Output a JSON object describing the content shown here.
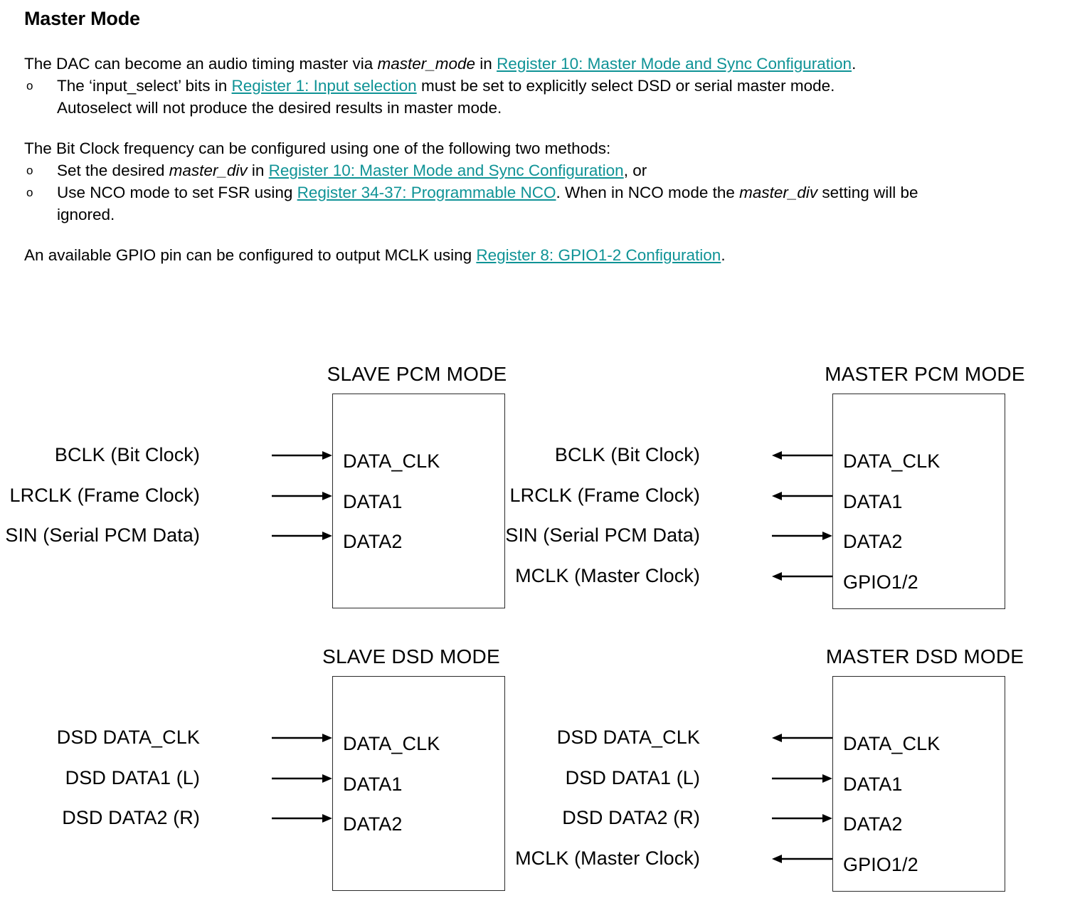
{
  "document": {
    "title": "Master Mode",
    "paragraph1": {
      "prefix": "The DAC can become an audio timing master via ",
      "italic": "master_mode",
      "mid": " in ",
      "link": "Register 10: Master Mode and Sync Configuration",
      "suffix": "."
    },
    "bullet1": {
      "marker": "o",
      "prefix": "The ‘input_select’ bits in ",
      "link": "Register 1: Input selection",
      "suffix": " must be set to explicitly select DSD or serial master mode.",
      "line2": "Autoselect will not produce the desired results in master mode."
    },
    "paragraph2": "The Bit Clock frequency can be configured using one of the following two methods:",
    "bullet2": {
      "marker": "o",
      "prefix": "Set the desired ",
      "italic": "master_div",
      "mid": " in ",
      "link": "Register 10: Master Mode and Sync Configuration",
      "suffix": ", or"
    },
    "bullet3": {
      "marker": "o",
      "prefix": "Use NCO mode to set FSR using ",
      "link": "Register 34-37: Programmable NCO",
      "mid": ". When in NCO mode the ",
      "italic": "master_div",
      "suffix": " setting will be",
      "line2": "ignored."
    },
    "paragraph3": {
      "prefix": "An available GPIO pin can be configured to output MCLK using ",
      "link": "Register 8: GPIO1-2 Configuration",
      "suffix": "."
    },
    "link_color": "#0f9396"
  },
  "diagrams": [
    {
      "id": "slave-pcm",
      "title": "SLAVE PCM MODE",
      "rows": [
        {
          "external": "BCLK (Bit Clock)",
          "pin": "DATA_CLK",
          "direction": "in"
        },
        {
          "external": "LRCLK (Frame Clock)",
          "pin": "DATA1",
          "direction": "in"
        },
        {
          "external": "SIN (Serial PCM Data)",
          "pin": "DATA2",
          "direction": "in"
        }
      ]
    },
    {
      "id": "master-pcm",
      "title": "MASTER PCM MODE",
      "rows": [
        {
          "external": "BCLK (Bit Clock)",
          "pin": "DATA_CLK",
          "direction": "out"
        },
        {
          "external": "LRCLK (Frame Clock)",
          "pin": "DATA1",
          "direction": "out"
        },
        {
          "external": "SIN (Serial PCM Data)",
          "pin": "DATA2",
          "direction": "in"
        },
        {
          "external": "MCLK (Master Clock)",
          "pin": "GPIO1/2",
          "direction": "out"
        }
      ]
    },
    {
      "id": "slave-dsd",
      "title": "SLAVE DSD MODE",
      "rows": [
        {
          "external": "DSD DATA_CLK",
          "pin": "DATA_CLK",
          "direction": "in"
        },
        {
          "external": "DSD DATA1 (L)",
          "pin": "DATA1",
          "direction": "in"
        },
        {
          "external": "DSD DATA2 (R)",
          "pin": "DATA2",
          "direction": "in"
        }
      ]
    },
    {
      "id": "master-dsd",
      "title": "MASTER DSD MODE",
      "rows": [
        {
          "external": "DSD DATA_CLK",
          "pin": "DATA_CLK",
          "direction": "out"
        },
        {
          "external": "DSD DATA1 (L)",
          "pin": "DATA1",
          "direction": "in"
        },
        {
          "external": "DSD DATA2 (R)",
          "pin": "DATA2",
          "direction": "in"
        },
        {
          "external": "MCLK (Master Clock)",
          "pin": "GPIO1/2",
          "direction": "out"
        }
      ]
    }
  ]
}
